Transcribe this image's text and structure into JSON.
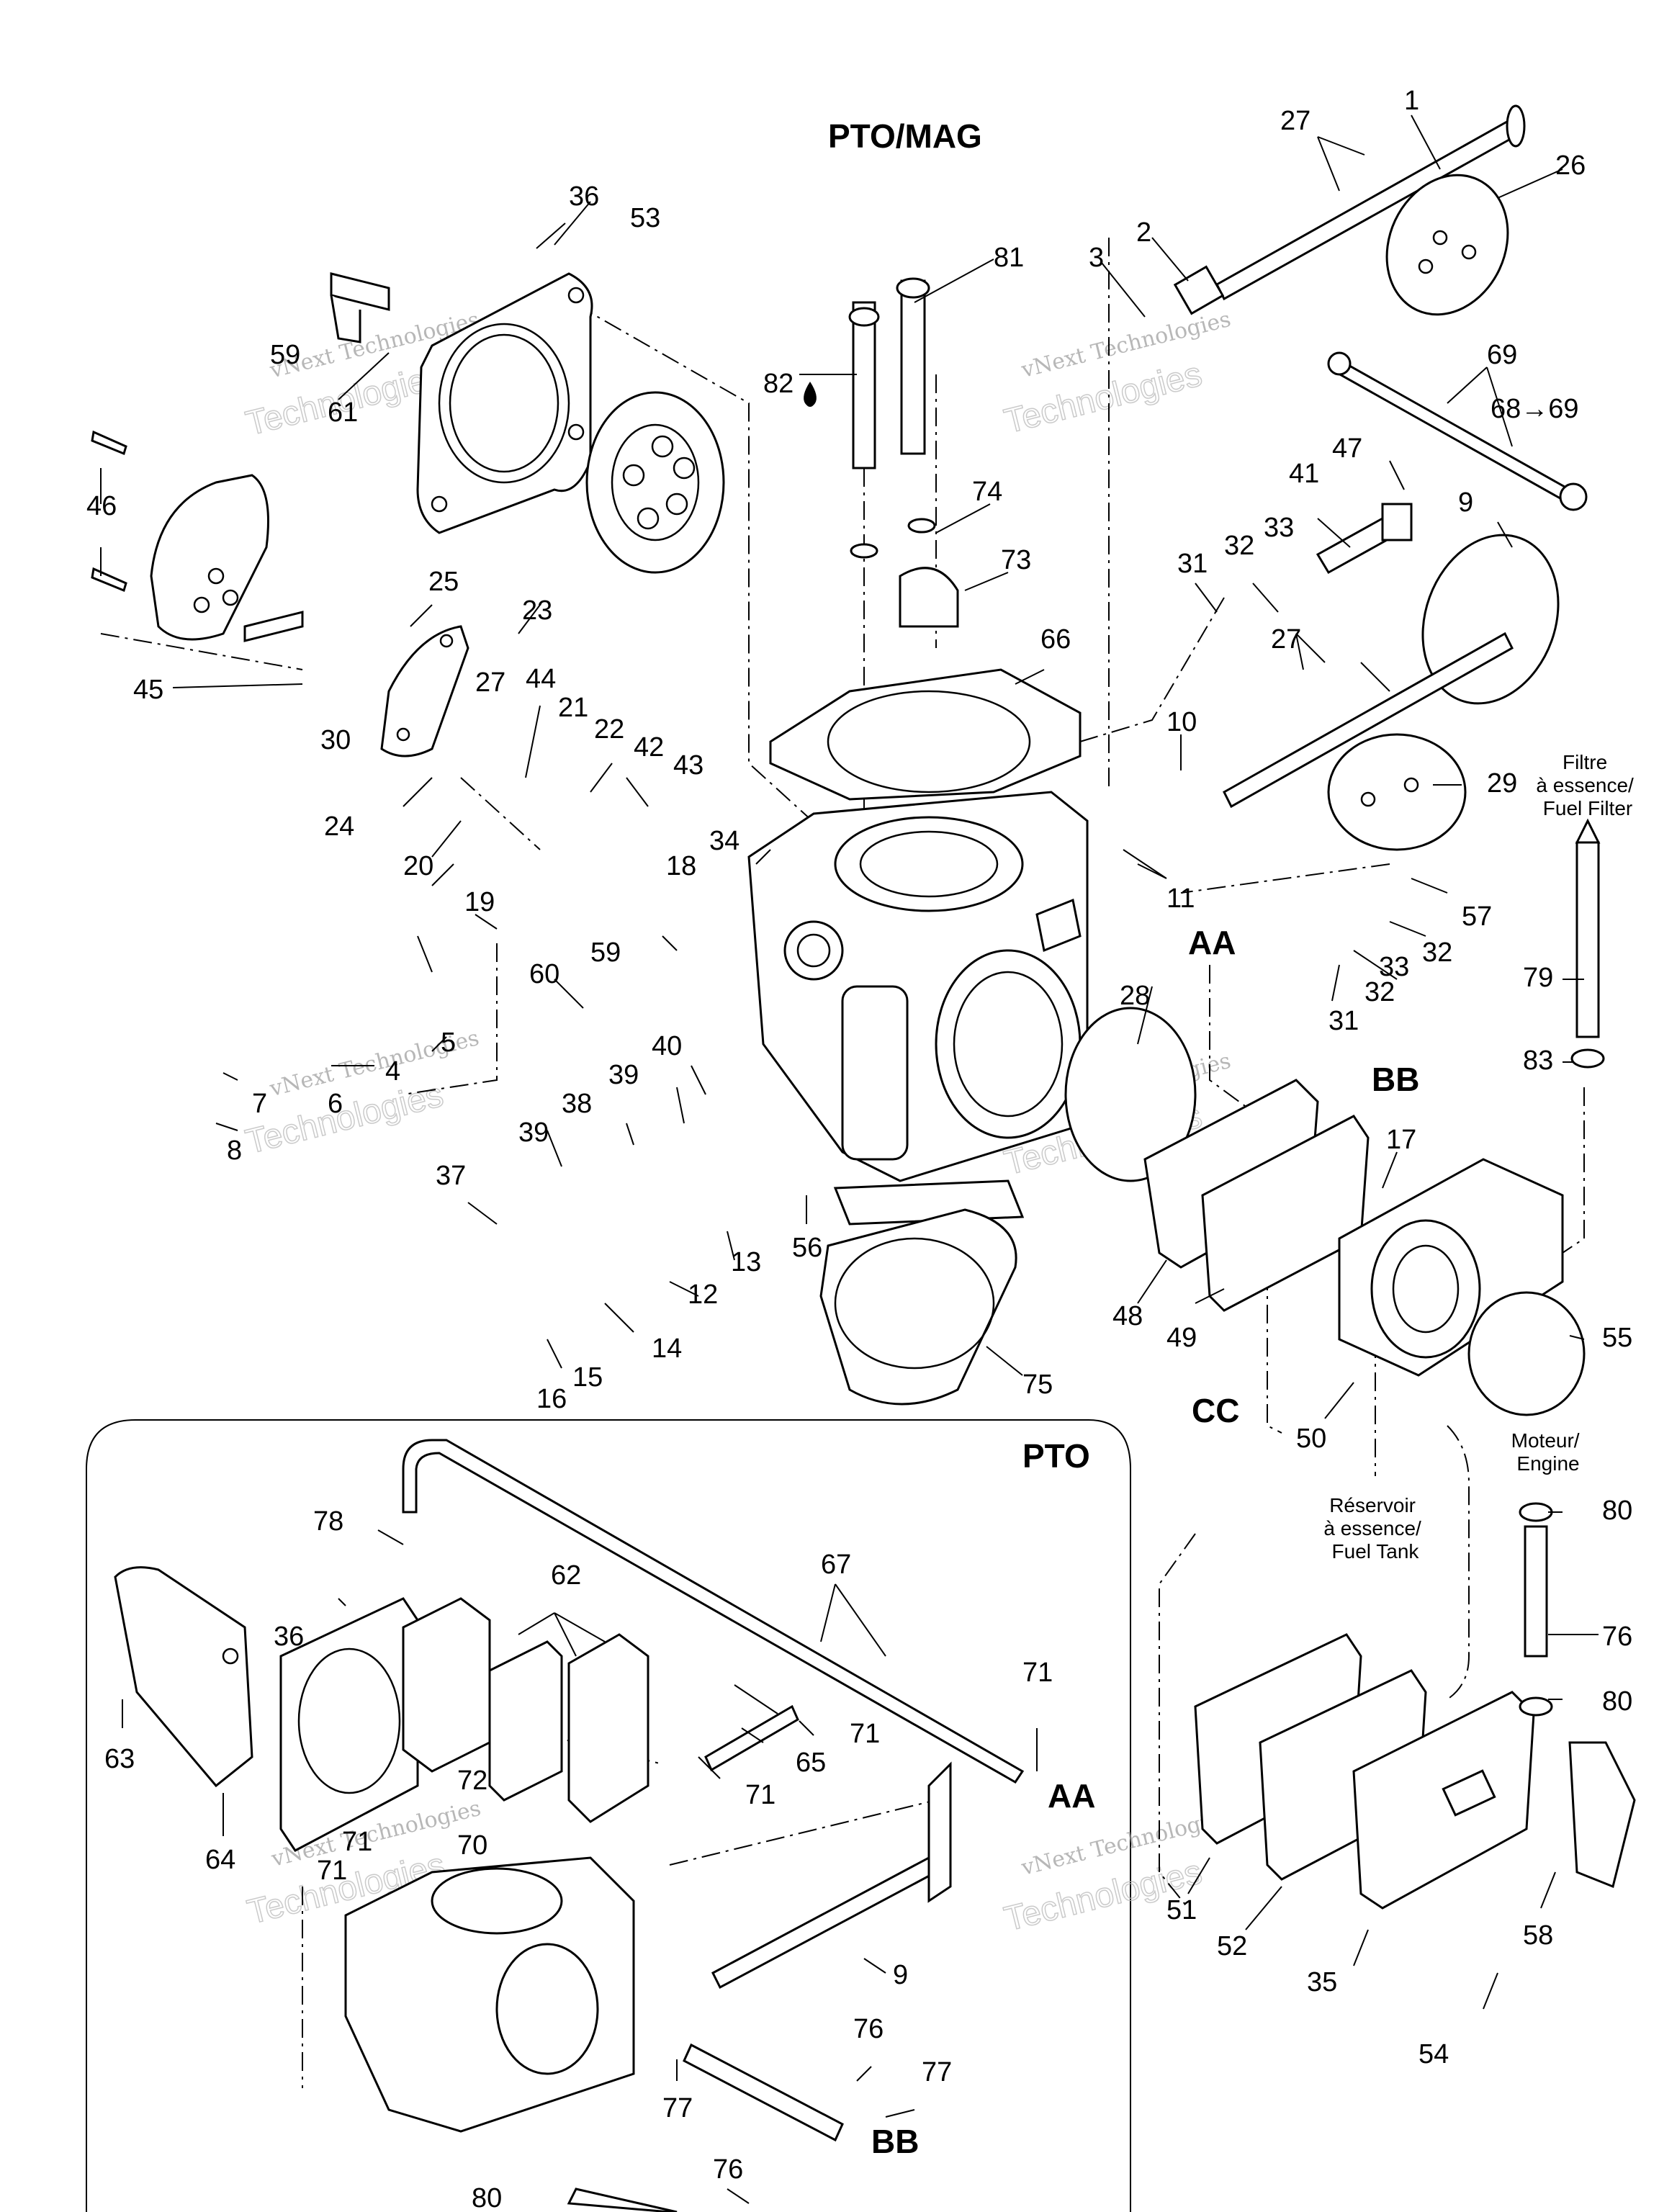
{
  "headings": {
    "main": "PTO/MAG",
    "inset": "PTO"
  },
  "refs": {
    "AA": "AA",
    "BB": "BB",
    "CC": "CC"
  },
  "notes": {
    "fuel_filter": [
      "Filtre",
      "à essence/",
      "Fuel Filter"
    ],
    "engine": [
      "Moteur/",
      "Engine"
    ],
    "fuel_tank": [
      "Réservoir",
      "à essence/",
      "Fuel Tank"
    ]
  },
  "watermark": {
    "line1": "vNext Technologies",
    "line2": "Technologies",
    "line3": "vNext"
  },
  "callouts": [
    "1",
    "2",
    "3",
    "4",
    "5",
    "6",
    "7",
    "8",
    "9",
    "10",
    "11",
    "12",
    "13",
    "14",
    "15",
    "16",
    "17",
    "18",
    "19",
    "20",
    "21",
    "22",
    "23",
    "24",
    "25",
    "26",
    "27",
    "27",
    "27",
    "28",
    "29",
    "30",
    "31",
    "31",
    "32",
    "32",
    "32",
    "33",
    "33",
    "34",
    "35",
    "36",
    "36",
    "37",
    "38",
    "39",
    "39",
    "40",
    "41",
    "42",
    "43",
    "44",
    "45",
    "46",
    "47",
    "48",
    "49",
    "50",
    "51",
    "52",
    "53",
    "54",
    "55",
    "56",
    "57",
    "58",
    "59",
    "59",
    "60",
    "61",
    "62",
    "63",
    "64",
    "65",
    "66",
    "67",
    "68→69",
    "69",
    "70",
    "71",
    "71",
    "71",
    "71",
    "71",
    "72",
    "73",
    "74",
    "75",
    "76",
    "76",
    "76",
    "77",
    "77",
    "78",
    "79",
    "80",
    "80",
    "80",
    "81",
    "82",
    "83",
    "9"
  ]
}
